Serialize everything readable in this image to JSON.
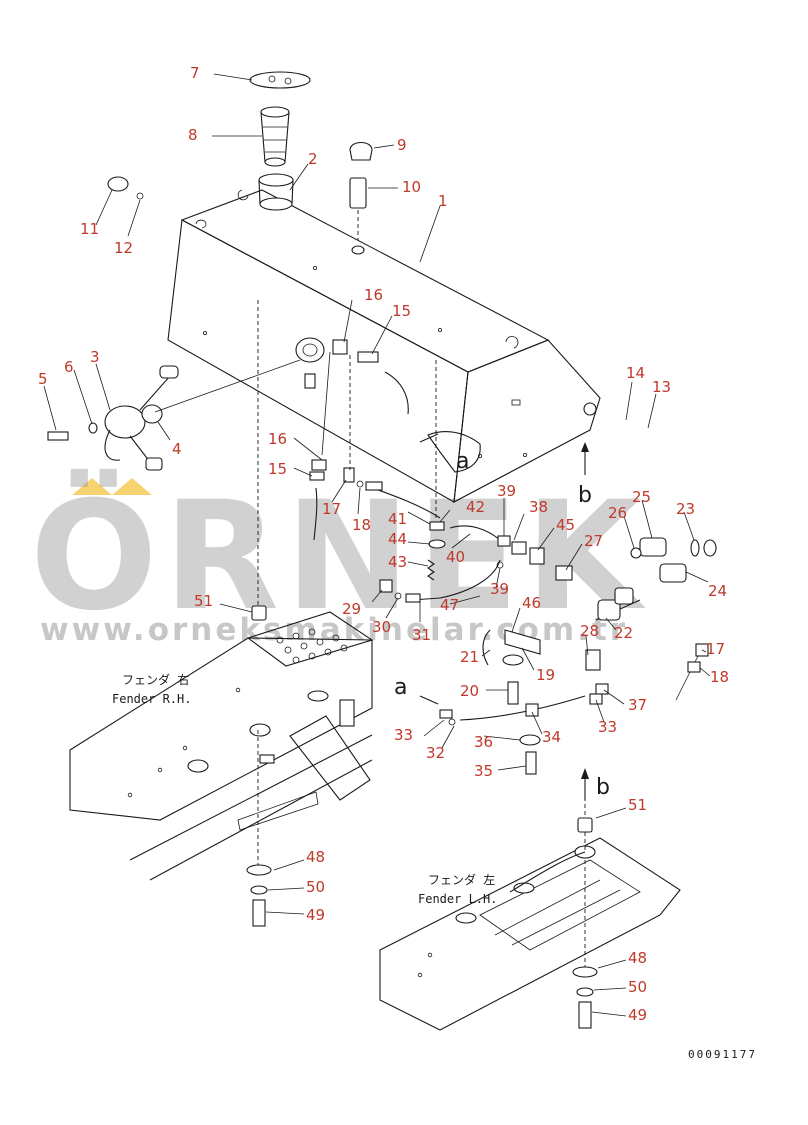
{
  "diagram": {
    "part_labels": [
      "1",
      "2",
      "3",
      "4",
      "5",
      "6",
      "7",
      "8",
      "9",
      "10",
      "11",
      "12",
      "13",
      "14",
      "15",
      "15",
      "16",
      "16",
      "17",
      "17",
      "18",
      "18",
      "19",
      "20",
      "21",
      "22",
      "23",
      "24",
      "25",
      "26",
      "27",
      "28",
      "29",
      "30",
      "31",
      "32",
      "33",
      "33",
      "34",
      "35",
      "36",
      "37",
      "38",
      "39",
      "39",
      "40",
      "41",
      "42",
      "43",
      "44",
      "45",
      "46",
      "47",
      "48",
      "48",
      "49",
      "49",
      "50",
      "50",
      "51",
      "51"
    ],
    "view_arrows": {
      "a_top": "a",
      "a_left": "a",
      "b_right": "b",
      "b_lower": "b"
    },
    "fender_rh": {
      "jp": "フェンダ 右",
      "en": "Fender R.H."
    },
    "fender_lh": {
      "jp": "フェンダ 左",
      "en": "Fender L.H."
    },
    "drawing_code": "00091177"
  },
  "watermark": {
    "brand": "ÖRNEK",
    "url": "www.orneksmakinelar.com.tr",
    "accent_color": "#f2c94c"
  }
}
